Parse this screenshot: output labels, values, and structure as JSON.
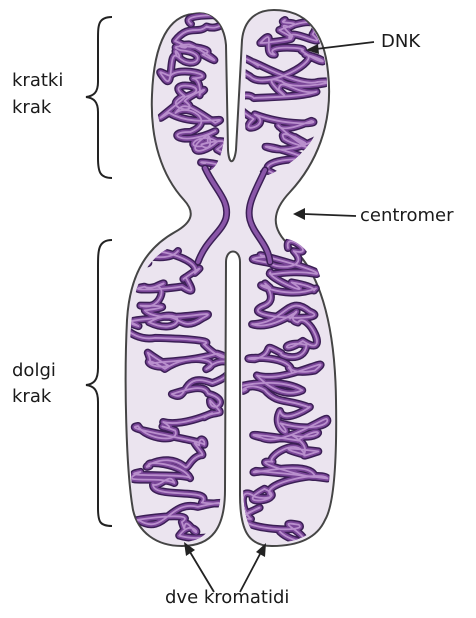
{
  "labels": {
    "dnk": "DNK",
    "centromer": "centromer",
    "kratki_1": "kratki",
    "kratki_2": "krak",
    "dolgi_1": "dolgi",
    "dolgi_2": "krak",
    "kromatidi": "dve kromatidi"
  },
  "colors": {
    "outline": "#454545",
    "fill": "#ebe4ef",
    "dna_dark": "#3b1f55",
    "dna_mid": "#7a4698",
    "dna_light": "#b98fcd",
    "text": "#1a1a1a"
  }
}
